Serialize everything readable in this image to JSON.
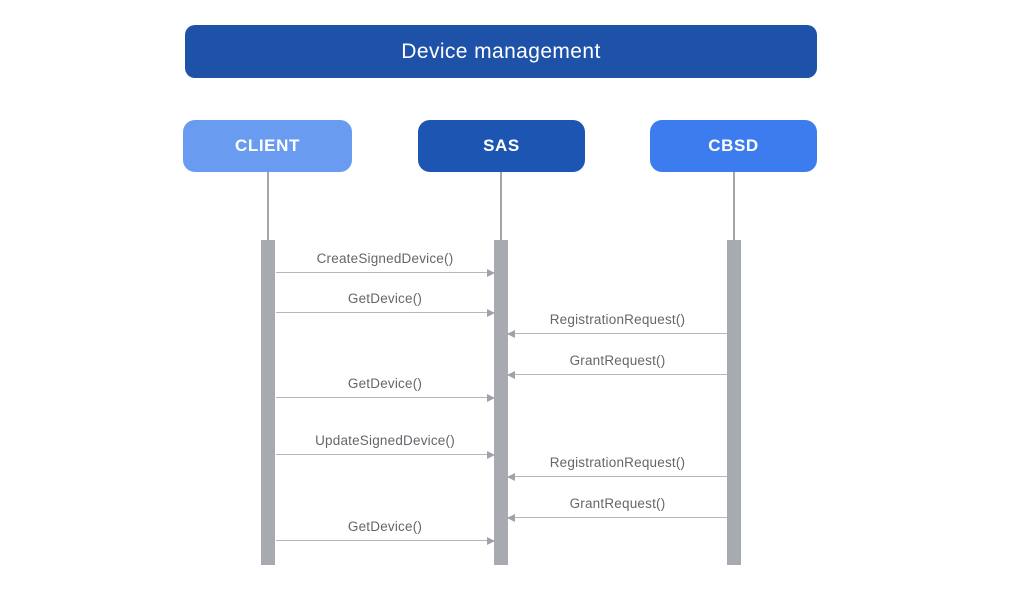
{
  "diagram": {
    "type": "sequence-diagram",
    "title": "Device management",
    "colors": {
      "title_bg": "#1E52A8",
      "title_text": "#FFFFFF",
      "client_bg": "#699CF1",
      "sas_bg": "#1C55B2",
      "cbsd_bg": "#3D7CEE",
      "actor_text": "#FFFFFF",
      "lifeline": "#A2A6AA",
      "activation_bar": "#A7ABB1",
      "message_line": "#B3B6BA",
      "message_text": "#63676B"
    },
    "actors": [
      {
        "label": "CLIENT"
      },
      {
        "label": "SAS"
      },
      {
        "label": "CBSD"
      }
    ],
    "messages": [
      {
        "label": "CreateSignedDevice()",
        "from": "CLIENT",
        "to": "SAS"
      },
      {
        "label": "GetDevice()",
        "from": "CLIENT",
        "to": "SAS"
      },
      {
        "label": "RegistrationRequest()",
        "from": "CBSD",
        "to": "SAS"
      },
      {
        "label": "GrantRequest()",
        "from": "CBSD",
        "to": "SAS"
      },
      {
        "label": "GetDevice()",
        "from": "CLIENT",
        "to": "SAS"
      },
      {
        "label": "UpdateSignedDevice()",
        "from": "CLIENT",
        "to": "SAS"
      },
      {
        "label": "RegistrationRequest()",
        "from": "CBSD",
        "to": "SAS"
      },
      {
        "label": "GrantRequest()",
        "from": "CBSD",
        "to": "SAS"
      },
      {
        "label": "GetDevice()",
        "from": "CLIENT",
        "to": "SAS"
      }
    ]
  }
}
